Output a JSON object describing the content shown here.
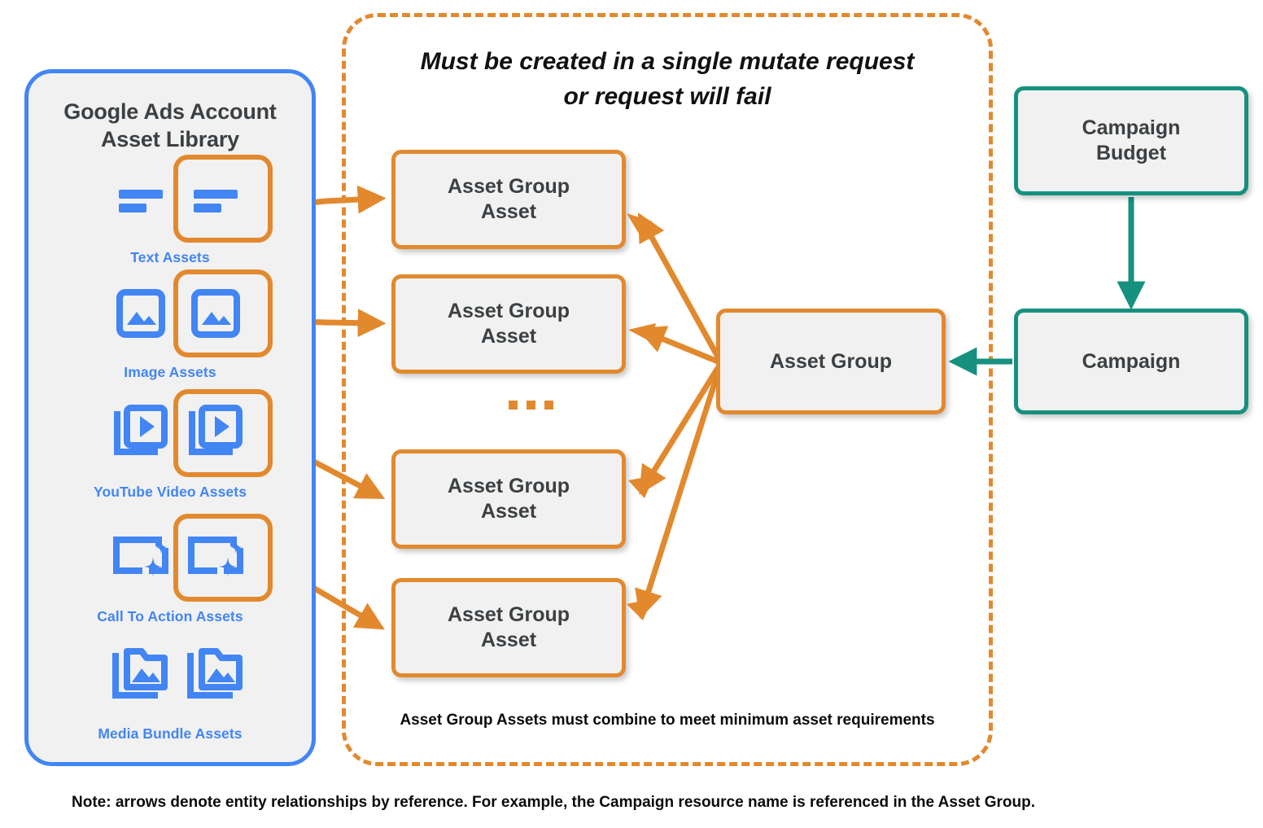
{
  "colors": {
    "blue": "#4285f4",
    "orange": "#e2892e",
    "teal": "#16917f",
    "node_fill": "#f1f1f1",
    "text_dark": "#3c4043"
  },
  "library": {
    "title": "Google Ads Account\nAsset Library",
    "rows": [
      {
        "label": "Text Assets",
        "icon": "text-asset-icon",
        "highlighted": true
      },
      {
        "label": "Image Assets",
        "icon": "image-asset-icon",
        "highlighted": true
      },
      {
        "label": "YouTube Video  Assets",
        "icon": "youtube-video-asset-icon",
        "highlighted": true
      },
      {
        "label": "Call To Action Assets",
        "icon": "call-to-action-asset-icon",
        "highlighted": true
      },
      {
        "label": "Media Bundle  Assets",
        "icon": "media-bundle-asset-icon",
        "highlighted": false
      }
    ]
  },
  "mutate": {
    "title": "Must be created in a single mutate request\nor request will fail",
    "footnote": "Asset Group Assets must combine to meet minimum asset requirements"
  },
  "nodes": {
    "asset_group_assets": [
      {
        "label": "Asset Group\nAsset"
      },
      {
        "label": "Asset Group\nAsset"
      },
      {
        "label": "Asset Group\nAsset"
      },
      {
        "label": "Asset Group\nAsset"
      }
    ],
    "asset_group": "Asset Group",
    "campaign_budget": "Campaign\nBudget",
    "campaign": "Campaign"
  },
  "ellipsis": "...",
  "note": "Note: arrows denote entity relationships by reference. For example, the Campaign resource name is referenced in the Asset Group."
}
